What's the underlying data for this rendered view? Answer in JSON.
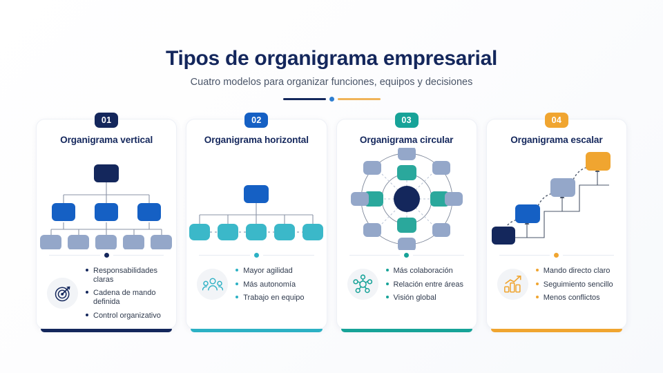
{
  "header": {
    "title": "Tipos de organigrama empresarial",
    "subtitle": "Cuatro modelos para organizar funciones, equipos y decisiones"
  },
  "colors": {
    "navy": "#14275c",
    "blue": "#1560c4",
    "teal": "#17a398",
    "amber": "#f0a530",
    "slate": "#94a7c9",
    "text_dark": "#14275c",
    "text_body": "#2f3a4d",
    "background": "#ffffff"
  },
  "cards": [
    {
      "number": "01",
      "title": "Organigrama vertical",
      "accent": "#14275c",
      "diagram": "vertical-tree",
      "icon": "target-icon",
      "benefits": [
        "Responsabilidades claras",
        "Cadena de mando definida",
        "Control organizativo"
      ]
    },
    {
      "number": "02",
      "title": "Organigrama horizontal",
      "accent": "#2cb1c4",
      "diagram": "horizontal-chart",
      "icon": "team-icon",
      "benefits": [
        "Mayor agilidad",
        "Más autonomía",
        "Trabajo en equipo"
      ]
    },
    {
      "number": "03",
      "title": "Organigrama circular",
      "accent": "#17a398",
      "diagram": "circular-chart",
      "icon": "network-icon",
      "benefits": [
        "Más colaboración",
        "Relación entre áreas",
        "Visión global"
      ]
    },
    {
      "number": "04",
      "title": "Organigrama escalar",
      "accent": "#f0a530",
      "diagram": "stairs-chart",
      "icon": "growth-chart-icon",
      "benefits": [
        "Mando directo claro",
        "Seguimiento sencillo",
        "Menos conflictos"
      ]
    }
  ]
}
